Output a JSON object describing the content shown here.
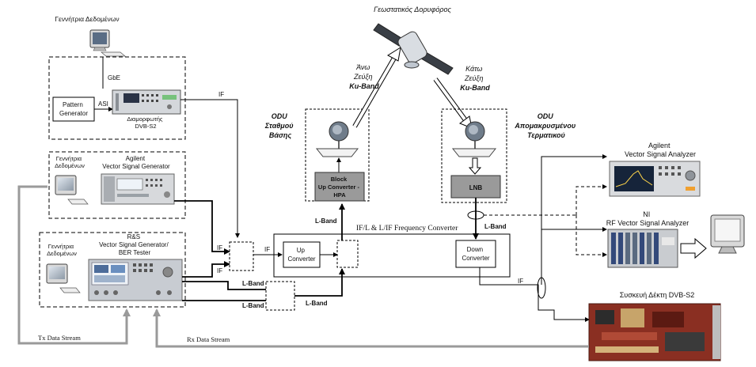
{
  "top_pc_label": "Γεννήτρια Δεδομένων",
  "gbe_label": "GbE",
  "asi_label": "ASI",
  "pattern_generator_label": [
    "Pattern",
    "Generator"
  ],
  "modulator_label": [
    "Διαμορφωτής",
    "DVB-S2"
  ],
  "if_label": "IF",
  "agilent_gen_pc_label": [
    "Γεννήτρια",
    "Δεδομένων"
  ],
  "agilent_gen_label": [
    "Agilent",
    "Vector Signal Generator"
  ],
  "rs_pc_label": [
    "Γεννήτρια",
    "Δεδομένων"
  ],
  "rs_gen_label": [
    "R&S",
    "Vector Signal Generator/",
    "BER Tester"
  ],
  "satellite_label": "Γεωστατικός Δορυφόρος",
  "uplink_label": [
    "Άνω",
    "Ζεύξη",
    "Ku-Band"
  ],
  "downlink_label": [
    "Κάτω",
    "Ζεύξη",
    "Ku-Band"
  ],
  "odu_base_label": [
    "ODU",
    "Σταθμού",
    "Βάσης"
  ],
  "odu_remote_label": [
    "ODU",
    "Απομακρυσμένου",
    "Τερματικού"
  ],
  "buc_label": [
    "Block",
    "Up Converter -",
    "HPA"
  ],
  "lnb_label": "LNB",
  "lband_label": "L-Band",
  "converter_title": "IF/L & L/IF Frequency Converter",
  "up_converter_label": [
    "Up",
    "Converter"
  ],
  "down_converter_label": [
    "Down",
    "Converter"
  ],
  "agilent_analyzer_label": [
    "Agilent",
    "Vector Signal Analyzer"
  ],
  "ni_analyzer_label": [
    "NI",
    "RF Vector Signal Analyzer"
  ],
  "receiver_label": "Συσκευή Δέκτη  DVB-S2",
  "tx_stream_label": "Tx Data Stream",
  "rx_stream_label": "Rx Data Stream"
}
